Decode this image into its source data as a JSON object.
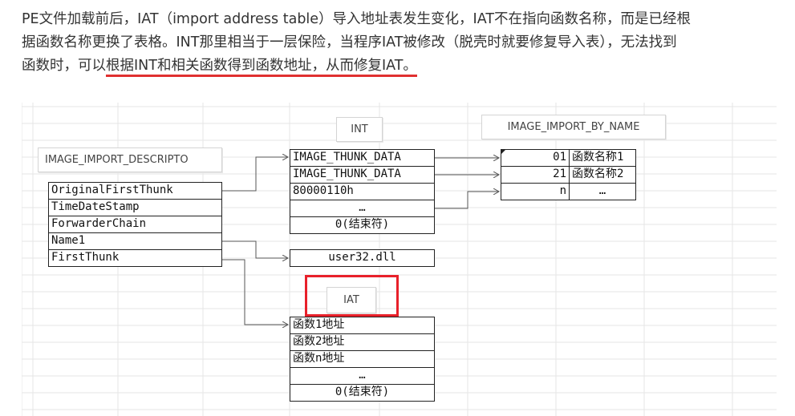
{
  "paragraph": {
    "line1": "PE文件加载前后，IAT（import address table）导入地址表发生变化，IAT不在指向函数名称，而是已经根",
    "line2": "据函数名称更换了表格。INT那里相当于一层保险，当程序IAT被修改（脱壳时就要修复导入表），无法找到",
    "line3_a": "函数时，可以",
    "line3_u": "根据INT和相关函数得到函数地址，从而修复IAT。"
  },
  "labels": {
    "descriptor": "IMAGE_IMPORT_DESCRIPTO",
    "int": "INT",
    "iat": "IAT",
    "by_name": "IMAGE_IMPORT_BY_NAME"
  },
  "descriptor_fields": [
    "OriginalFirstThunk",
    "TimeDateStamp",
    "ForwarderChain",
    "Name1",
    "FirstThunk"
  ],
  "int_rows": [
    "IMAGE_THUNK_DATA",
    "IMAGE_THUNK_DATA",
    "80000110h",
    "…",
    "0(结束符)"
  ],
  "dll_name": "user32.dll",
  "iat_rows": [
    "函数1地址",
    "函数2地址",
    "函数n地址",
    "…",
    "0(结束符)"
  ],
  "by_name_rows": [
    {
      "hint": "01",
      "name": "函数名称1"
    },
    {
      "hint": "21",
      "name": "函数名称2"
    },
    {
      "hint": "n",
      "name": "…"
    }
  ],
  "colors": {
    "highlight": "#e8202a",
    "text": "#333333"
  }
}
